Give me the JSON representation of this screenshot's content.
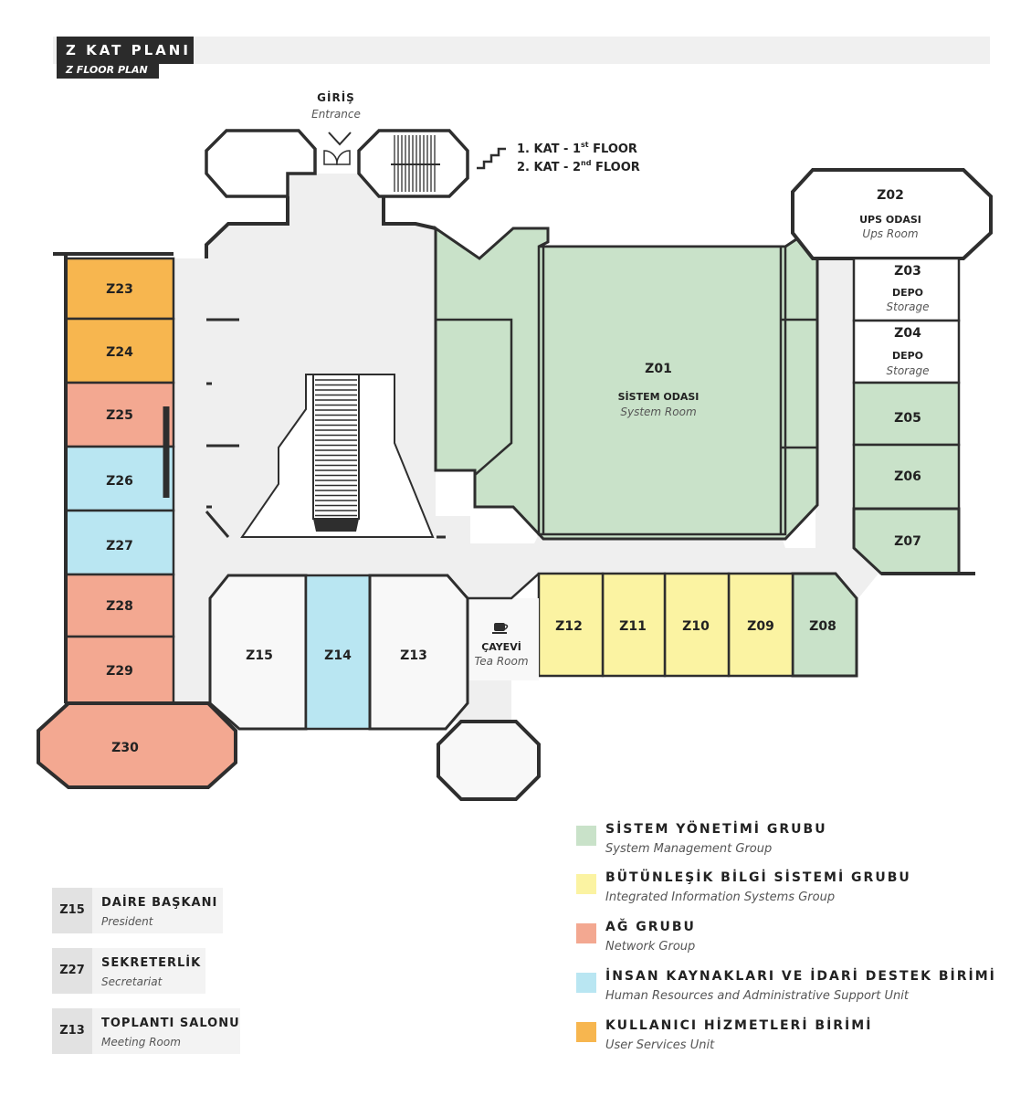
{
  "header": {
    "title": "Z KAT PLANI",
    "subtitle": "Z FLOOR PLAN"
  },
  "entrance": {
    "label_tr": "GİRİŞ",
    "label_en": "Entrance"
  },
  "stairs": {
    "line1": {
      "prefix": "1. KAT  - 1",
      "sup": "st",
      "suffix": " FLOOR"
    },
    "line2": {
      "prefix": "2. KAT  - 2",
      "sup": "nd",
      "suffix": " FLOOR"
    }
  },
  "colors": {
    "system": "#c9e2c9",
    "integrated": "#fbf3a2",
    "network": "#f3a891",
    "hr": "#b9e6f2",
    "user": "#f7b64f",
    "white": "#ffffff",
    "neutral": "#f8f8f8",
    "corridor": "#efefef",
    "wall": "#2e2e2e"
  },
  "rooms": {
    "Z01": {
      "code": "Z01",
      "name_tr": "SİSTEM ODASI",
      "name_en": "System Room"
    },
    "Z02": {
      "code": "Z02",
      "name_tr": "UPS ODASI",
      "name_en": "Ups Room"
    },
    "Z03": {
      "code": "Z03",
      "name_tr": "DEPO",
      "name_en": "Storage"
    },
    "Z04": {
      "code": "Z04",
      "name_tr": "DEPO",
      "name_en": "Storage"
    },
    "Z05": {
      "code": "Z05"
    },
    "Z06": {
      "code": "Z06"
    },
    "Z07": {
      "code": "Z07"
    },
    "Z08": {
      "code": "Z08"
    },
    "Z09": {
      "code": "Z09"
    },
    "Z10": {
      "code": "Z10"
    },
    "Z11": {
      "code": "Z11"
    },
    "Z12": {
      "code": "Z12"
    },
    "Z13": {
      "code": "Z13"
    },
    "Z14": {
      "code": "Z14"
    },
    "Z15": {
      "code": "Z15"
    },
    "Z23": {
      "code": "Z23"
    },
    "Z24": {
      "code": "Z24"
    },
    "Z25": {
      "code": "Z25"
    },
    "Z26": {
      "code": "Z26"
    },
    "Z27": {
      "code": "Z27"
    },
    "Z28": {
      "code": "Z28"
    },
    "Z29": {
      "code": "Z29"
    },
    "Z30": {
      "code": "Z30"
    },
    "tea": {
      "name_tr": "ÇAYEVİ",
      "name_en": "Tea Room",
      "icon": "coffee-cup-icon"
    }
  },
  "legend": [
    {
      "tr": "SİSTEM YÖNETİMİ GRUBU",
      "en": "System Management Group",
      "color": "#c9e2c9"
    },
    {
      "tr": "BÜTÜNLEŞİK BİLGİ SİSTEMİ GRUBU",
      "en": "Integrated Information Systems Group",
      "color": "#fbf3a2"
    },
    {
      "tr": "AĞ GRUBU",
      "en": "Network Group",
      "color": "#f3a891"
    },
    {
      "tr": "İNSAN KAYNAKLARI VE İDARİ DESTEK BİRİMİ",
      "en": "Human Resources and Administrative Support Unit",
      "color": "#b9e6f2"
    },
    {
      "tr": "KULLANICI HİZMETLERİ BİRİMİ",
      "en": "User Services Unit",
      "color": "#f7b64f"
    }
  ],
  "key": [
    {
      "code": "Z15",
      "tr": "DAİRE BAŞKANI",
      "en": "President"
    },
    {
      "code": "Z27",
      "tr": "SEKRETERLİK",
      "en": "Secretariat"
    },
    {
      "code": "Z13",
      "tr": "TOPLANTI SALONU",
      "en": "Meeting Room"
    }
  ]
}
